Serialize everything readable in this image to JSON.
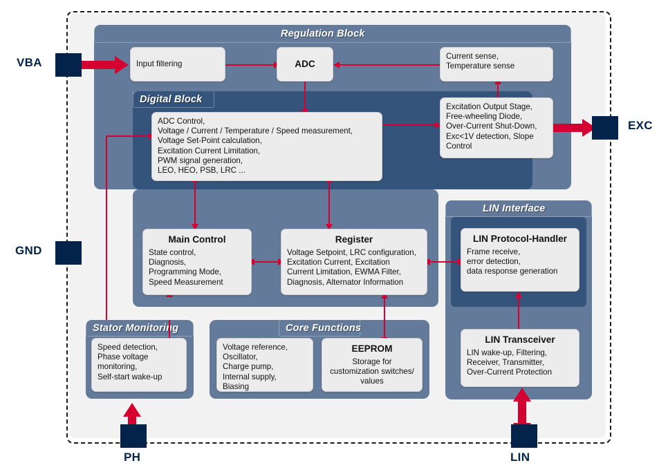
{
  "diagram": {
    "title": "Alternator Voltage Regulator Block Diagram",
    "colors": {
      "panel_mid": "#647a9b",
      "panel_dark": "#35547b",
      "box_fill": "#ececec",
      "accent_red": "#d50032",
      "pin_navy": "#03234b",
      "chip_background": "#f2f2f2",
      "outline": "#1a1a1a"
    }
  },
  "pins": [
    {
      "name": "VBA",
      "label": "VBA",
      "side": "left"
    },
    {
      "name": "GND",
      "label": "GND",
      "side": "left"
    },
    {
      "name": "EXC",
      "label": "EXC",
      "side": "right"
    },
    {
      "name": "PH",
      "label": "PH",
      "side": "bottom"
    },
    {
      "name": "LIN",
      "label": "LIN",
      "side": "bottom"
    }
  ],
  "panels": {
    "regulation_block": {
      "title": "Regulation Block"
    },
    "digital_block": {
      "title": "Digital Block"
    },
    "lin_interface": {
      "title": "LIN Interface"
    },
    "stator_monitoring": {
      "title": "Stator Monitoring"
    },
    "core_functions": {
      "title": "Core Functions"
    }
  },
  "blocks": {
    "input_filtering": {
      "heading": "",
      "body": "Input filtering"
    },
    "adc": {
      "heading": "ADC",
      "body": ""
    },
    "current_temperature_sense": {
      "heading": "",
      "body": "Current sense,\nTemperature sense"
    },
    "excitation_output_stage": {
      "heading": "",
      "body": "Excitation Output Stage,\nFree-wheeling Diode,\nOver-Current Shut-Down,\nExc<1V detection, Slope\nControl"
    },
    "digital_functions": {
      "heading": "",
      "body": "ADC Control,\nVoltage / Current / Temperature / Speed measurement,\nVoltage Set-Point calculation,\nExcitation Current Limitation,\nPWM signal generation,\nLEO, HEO, PSB, LRC ..."
    },
    "main_control": {
      "heading": "Main Control",
      "body": "State control,\nDiagnosis,\nProgramming Mode,\nSpeed Measurement"
    },
    "register": {
      "heading": "Register",
      "body": "Voltage Setpoint, LRC configuration,\nExcitation Current, Excitation\nCurrent Limitation, EWMA Filter,\nDiagnosis, Alternator Information"
    },
    "lin_protocol_handler": {
      "heading": "LIN Protocol-Handler",
      "body": "Frame receive,\nerror detection,\ndata response generation"
    },
    "lin_transceiver": {
      "heading": "LIN Transceiver",
      "body": "LIN wake-up, Filtering,\nReceiver, Transmitter,\nOver-Current Protection"
    },
    "stator_monitoring_body": {
      "heading": "",
      "body": "Speed detection,\nPhase voltage\nmonitoring,\nSelf-start wake-up"
    },
    "core_functions_body": {
      "heading": "",
      "body": "Voltage reference,\nOscillator,\nCharge pump,\nInternal supply,\nBiasing"
    },
    "eeprom": {
      "heading": "EEPROM",
      "body": "Storage for\ncustomization switches/\nvalues"
    }
  }
}
